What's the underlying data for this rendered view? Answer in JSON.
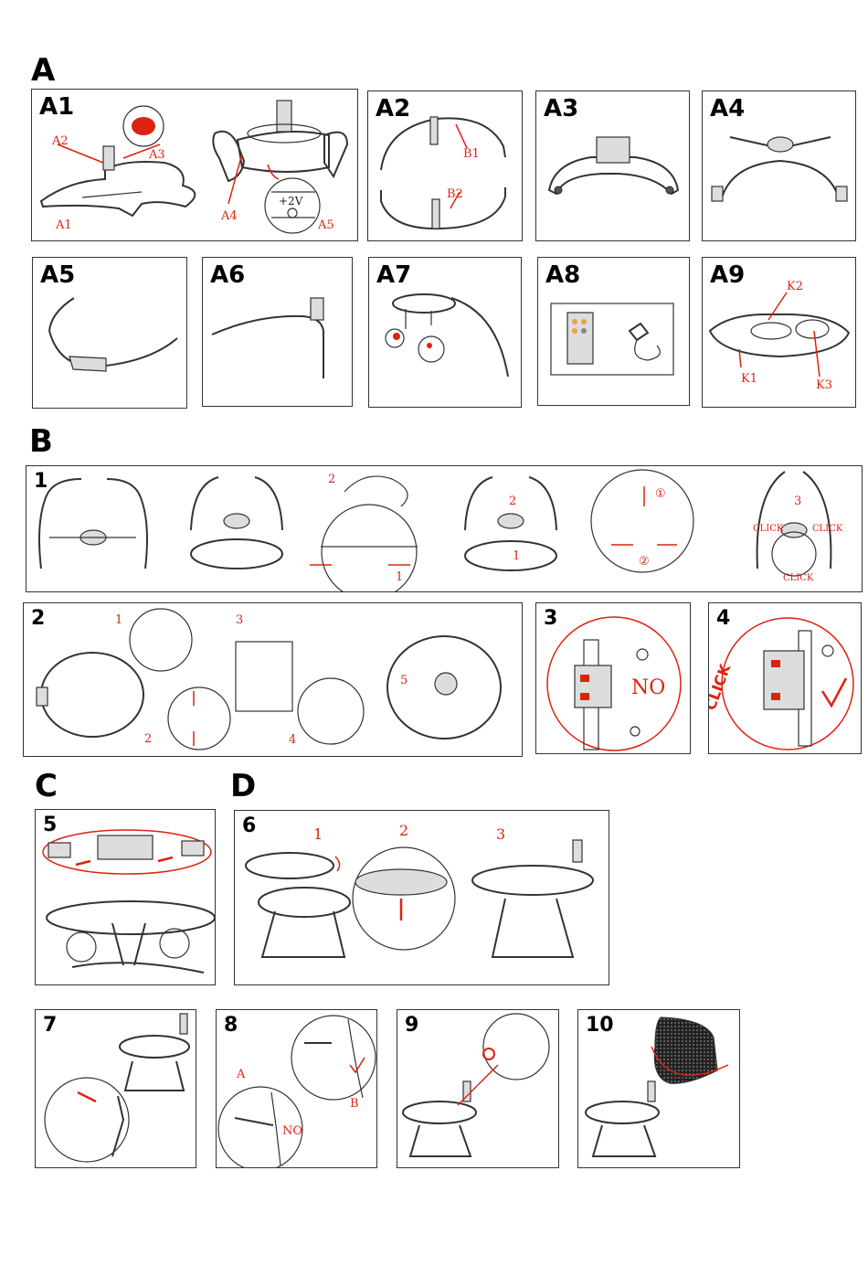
{
  "sections": {
    "a": "A",
    "b": "B",
    "c": "C",
    "d": "D"
  },
  "panels": {
    "a1": {
      "label": "A1",
      "callouts": [
        "A2",
        "A3",
        "A1",
        "A4",
        "A5",
        "+2V"
      ]
    },
    "a2": {
      "label": "A2",
      "callouts": [
        "B1",
        "B2"
      ]
    },
    "a3": {
      "label": "A3"
    },
    "a4": {
      "label": "A4"
    },
    "a5": {
      "label": "A5"
    },
    "a6": {
      "label": "A6"
    },
    "a7": {
      "label": "A7"
    },
    "a8": {
      "label": "A8"
    },
    "a9": {
      "label": "A9",
      "callouts": [
        "K2",
        "K1",
        "K3"
      ]
    },
    "b1": {
      "label": "1",
      "steps": [
        "2",
        "1",
        "2",
        "1",
        "①",
        "②",
        "3"
      ],
      "clicks": [
        "CLICK",
        "CLICK",
        "CLICK"
      ]
    },
    "b2": {
      "label": "2",
      "steps": [
        "1",
        "3",
        "2",
        "4",
        "5"
      ]
    },
    "b3": {
      "label": "3",
      "mark": "NO"
    },
    "b4": {
      "label": "4",
      "click": "CLICK"
    },
    "c5": {
      "label": "5"
    },
    "d6": {
      "label": "6",
      "steps": [
        "1",
        "2",
        "3"
      ]
    },
    "p7": {
      "label": "7"
    },
    "p8": {
      "label": "8",
      "marks": [
        "A",
        "NO",
        "B"
      ]
    },
    "p9": {
      "label": "9"
    },
    "p10": {
      "label": "10"
    }
  },
  "colors": {
    "accent": "#d21",
    "line": "#333"
  }
}
